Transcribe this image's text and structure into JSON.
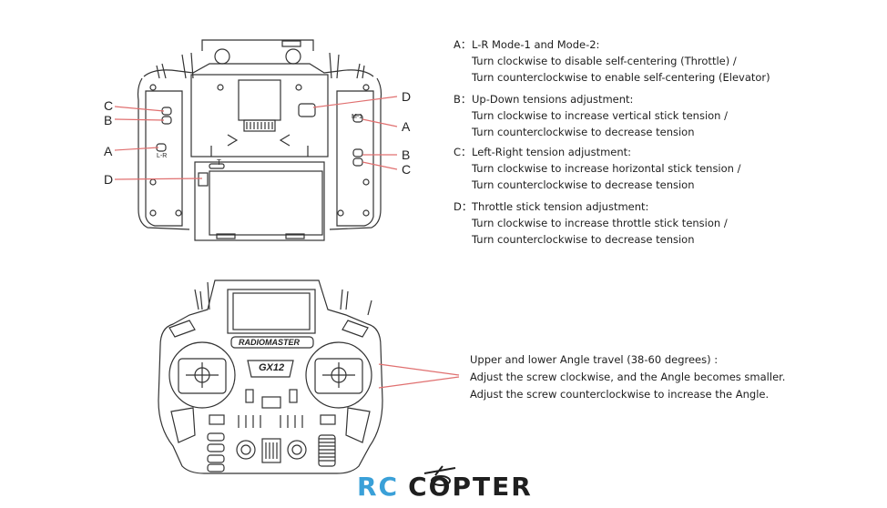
{
  "callouts_top": {
    "left": {
      "c": "C",
      "b": "B",
      "a": "A",
      "d": "D"
    },
    "right": {
      "d": "D",
      "a": "A",
      "b": "B",
      "c": "C"
    }
  },
  "notes": [
    {
      "key": "A：",
      "title": "L-R Mode-1 and Mode-2:",
      "lines": [
        "Turn clockwise to disable self-centering (Throttle) /",
        "Turn counterclockwise to enable self-centering (Elevator)"
      ]
    },
    {
      "key": "B：",
      "title": "Up-Down tensions adjustment:",
      "lines": [
        "Turn clockwise to increase vertical stick tension /",
        "Turn counterclockwise to decrease tension"
      ]
    },
    {
      "key": "C：",
      "title": "Left-Right tension adjustment:",
      "lines": [
        "Turn clockwise to increase horizontal stick tension /",
        "Turn counterclockwise to decrease tension"
      ]
    },
    {
      "key": "D：",
      "title": "Throttle stick tension adjustment:",
      "lines": [
        "Turn clockwise to increase throttle stick tension /",
        "Turn counterclockwise to decrease tension"
      ]
    }
  ],
  "angle_note": {
    "lines": [
      "Upper and lower Angle travel (38-60 degrees) :",
      "Adjust the screw clockwise, and the Angle becomes smaller.",
      "Adjust the screw counterclockwise to increase the Angle."
    ]
  },
  "device_text": {
    "brand": "RADIOMASTER",
    "model": "GX12",
    "back_mode_label": "M-1",
    "back_lr_label": "L-R",
    "back_t_label": "T"
  },
  "logo": {
    "part1": "RC",
    "part2": "COPTER"
  }
}
